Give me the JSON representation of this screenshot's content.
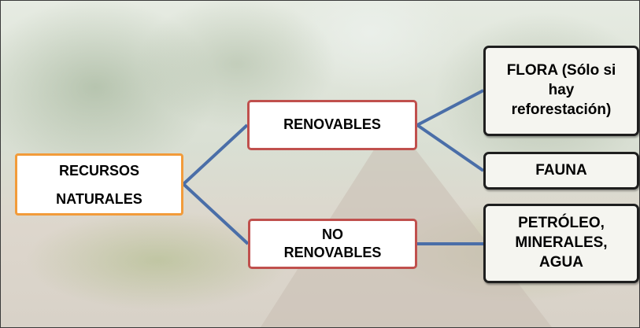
{
  "diagram": {
    "root": {
      "lines": [
        "RECURSOS",
        "NATURALES"
      ]
    },
    "renewable": {
      "label": "RENOVABLES"
    },
    "non_renewable": {
      "lines": [
        "NO",
        "RENOVABLES"
      ]
    },
    "flora": {
      "lines": [
        "FLORA (Sólo si",
        "hay",
        "reforestación)"
      ]
    },
    "fauna": {
      "label": "FAUNA"
    },
    "resources": {
      "lines": [
        "PETRÓLEO,",
        "MINERALES,",
        "AGUA"
      ]
    }
  },
  "colors": {
    "connector": "#4a6ea8",
    "root_border": "#f29b3a",
    "level1_border": "#c0504d",
    "leaf_border": "#1e1e1e"
  }
}
